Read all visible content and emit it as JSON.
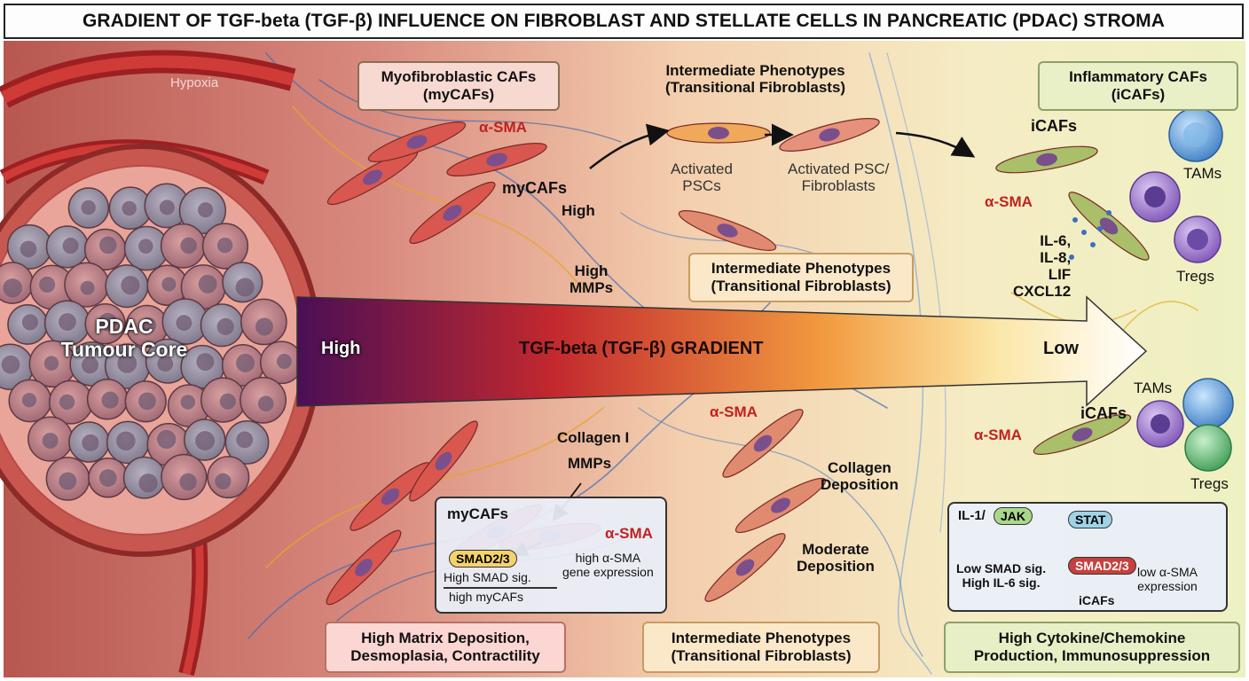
{
  "title": "GRADIENT OF TGF-beta (TGF-β) INFLUENCE ON FIBROBLAST AND STELLATE CELLS IN PANCREATIC (PDAC) STROMA",
  "tumour_core": "PDAC\nTumour Core",
  "hypoxia": "Hypoxia",
  "gradient": {
    "label": "TGF-beta (TGF-β) GRADIENT",
    "high": "High",
    "low": "Low"
  },
  "top_boxes": {
    "mycafs": "Myofibroblastic CAFs\n(myCAFs)",
    "intermediate": "Intermediate Phenotypes\n(Transitional Fibroblasts)",
    "icafs": "Inflammatory CAFs\n(iCAFs)"
  },
  "upper_labels": {
    "asma_1": "α-SMA",
    "mycafs": "myCAFs",
    "high": "High",
    "high_mmps": "High\nMMPs",
    "activated_pscs": "Activated\nPSCs",
    "activated_psc_fibroblasts": "Activated PSC/\nFibroblasts",
    "intermediate_mid": "Intermediate Phenotypes\n(Transitional Fibroblasts)",
    "icafs": "iCAFs",
    "asma_2": "α-SMA",
    "cytokines": "IL-6,\nIL-8,\nLIF\nCXCL12",
    "tams": "TAMs",
    "tregs": "Tregs"
  },
  "lower_labels": {
    "collagen_i": "Collagen I",
    "mmps": "MMPs",
    "asma_mid": "α-SMA",
    "collagen_deposition": "Collagen\nDeposition",
    "moderate_deposition": "Moderate\nDeposition",
    "tams": "TAMs",
    "icafs": "iCAFs",
    "asma_right": "α-SMA",
    "tregs": "Tregs"
  },
  "inset_left": {
    "mycafs": "myCAFs",
    "asma": "α-SMA",
    "smad": "SMAD2/3",
    "high_smad": "High SMAD sig.",
    "high_mycafs": "high myCAFs",
    "gene_expr": "high α-SMA\ngene expression"
  },
  "inset_right": {
    "il1": "IL-1/",
    "jak": "JAK",
    "stat": "STAT",
    "low_smad": "Low SMAD sig.\nHigh IL-6 sig.",
    "smad": "SMAD2/3",
    "low_asma": "low α-SMA\nexpression",
    "icafs": "iCAFs"
  },
  "bottom_boxes": {
    "left": "High Matrix Deposition,\nDesmoplasia, Contractility",
    "middle": "Intermediate Phenotypes\n(Transitional Fibroblasts)",
    "right": "High Cytokine/Chemokine\nProduction, Immunosuppression"
  },
  "colors": {
    "gradient_high": "#4a0f55",
    "gradient_mid": "#c2282e",
    "gradient_low": "#ffffff",
    "asma_text": "#c0211f",
    "stroma_left": "#c9675f",
    "stroma_right": "#f5f3c8"
  }
}
